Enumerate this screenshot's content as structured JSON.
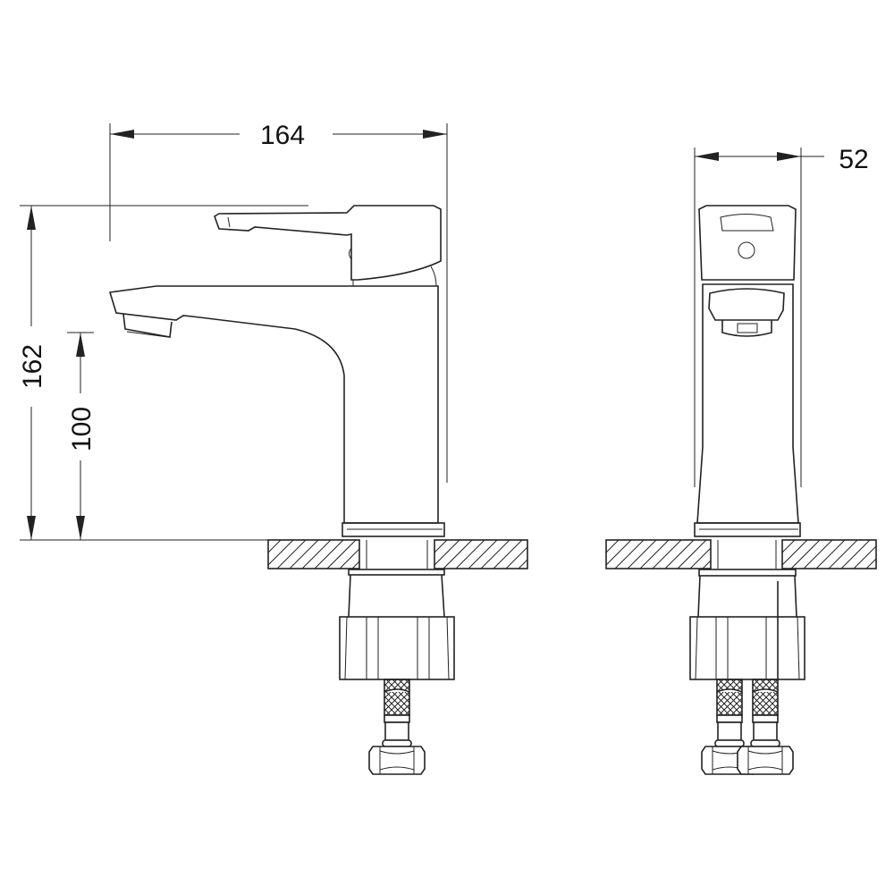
{
  "dimensions": {
    "overall_length": "164",
    "overall_height": "162",
    "spout_height": "100",
    "width": "52"
  },
  "colors": {
    "line": "#222222",
    "background": "#ffffff"
  }
}
